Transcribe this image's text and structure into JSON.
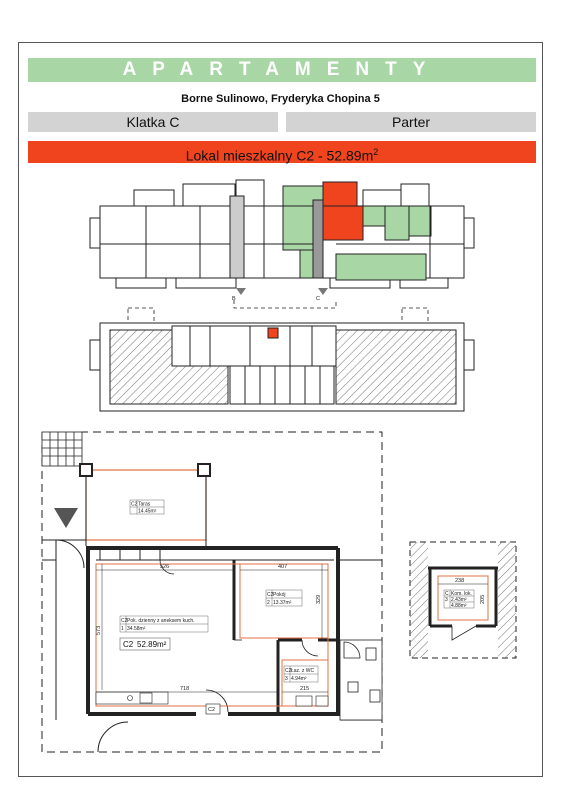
{
  "header": {
    "title": "APARTAMENTY",
    "address": "Borne Sulinowo, Fryderyka Chopina 5",
    "stairwell": "Klatka C",
    "floor": "Parter",
    "unit_prefix": "Lokal mieszkalny C2 - 52.89m",
    "unit_sup": "2"
  },
  "plan": {
    "stair_b": "B",
    "stair_c": "C",
    "dims": [
      "526",
      "407",
      "718",
      "215",
      "573",
      "329",
      "238",
      "205"
    ],
    "rooms": {
      "terrace": {
        "code": "C2",
        "name": "Taras",
        "area": "14.45m²"
      },
      "living": {
        "code": "C2",
        "num": "1",
        "name": "Pok. dzienny z aneksem kuch.",
        "area": "34.58m²"
      },
      "unit_total": {
        "code": "C2",
        "area": "52.89m²"
      },
      "bedroom": {
        "code": "C2",
        "num": "2",
        "name": "Pokój",
        "area": "13.37m²"
      },
      "bath": {
        "code": "C2",
        "num": "3",
        "name": "Łaz. z WC",
        "area": "4.94m²"
      },
      "storage": {
        "code": "C",
        "num": "3",
        "name": "Kom. lok.",
        "area1": "2.43m²",
        "area2": "4.88m²"
      },
      "door_tag": "C2"
    }
  },
  "colors": {
    "banner": "#a9d6a5",
    "pill": "#d3d3d3",
    "unit_bar": "#f0441f",
    "highlight": "#f0441f",
    "green": "#a9d6a5"
  }
}
